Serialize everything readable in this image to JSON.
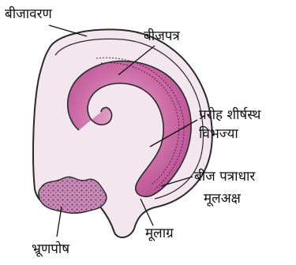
{
  "labels": {
    "seed_coat": "बीजावरण",
    "cotyledon": "बीजपत्र",
    "shoot_apex_line1": "प्ररोह शीर्षस्थ",
    "shoot_apex_line2": "विभज्या",
    "hypocotyl_line1": "बीज पत्राधार",
    "hypocotyl_line2": "मूलअक्ष",
    "radicle": "मूलाग्र",
    "endosperm": "भ्रूणपोष"
  },
  "colors": {
    "seed_fill": "#f3e6ef",
    "embryo_fill": "#c8609f",
    "embryo_light": "#e6a9cc",
    "endosperm_fill": "#b87aa8",
    "outline": "#2a2a2a"
  }
}
